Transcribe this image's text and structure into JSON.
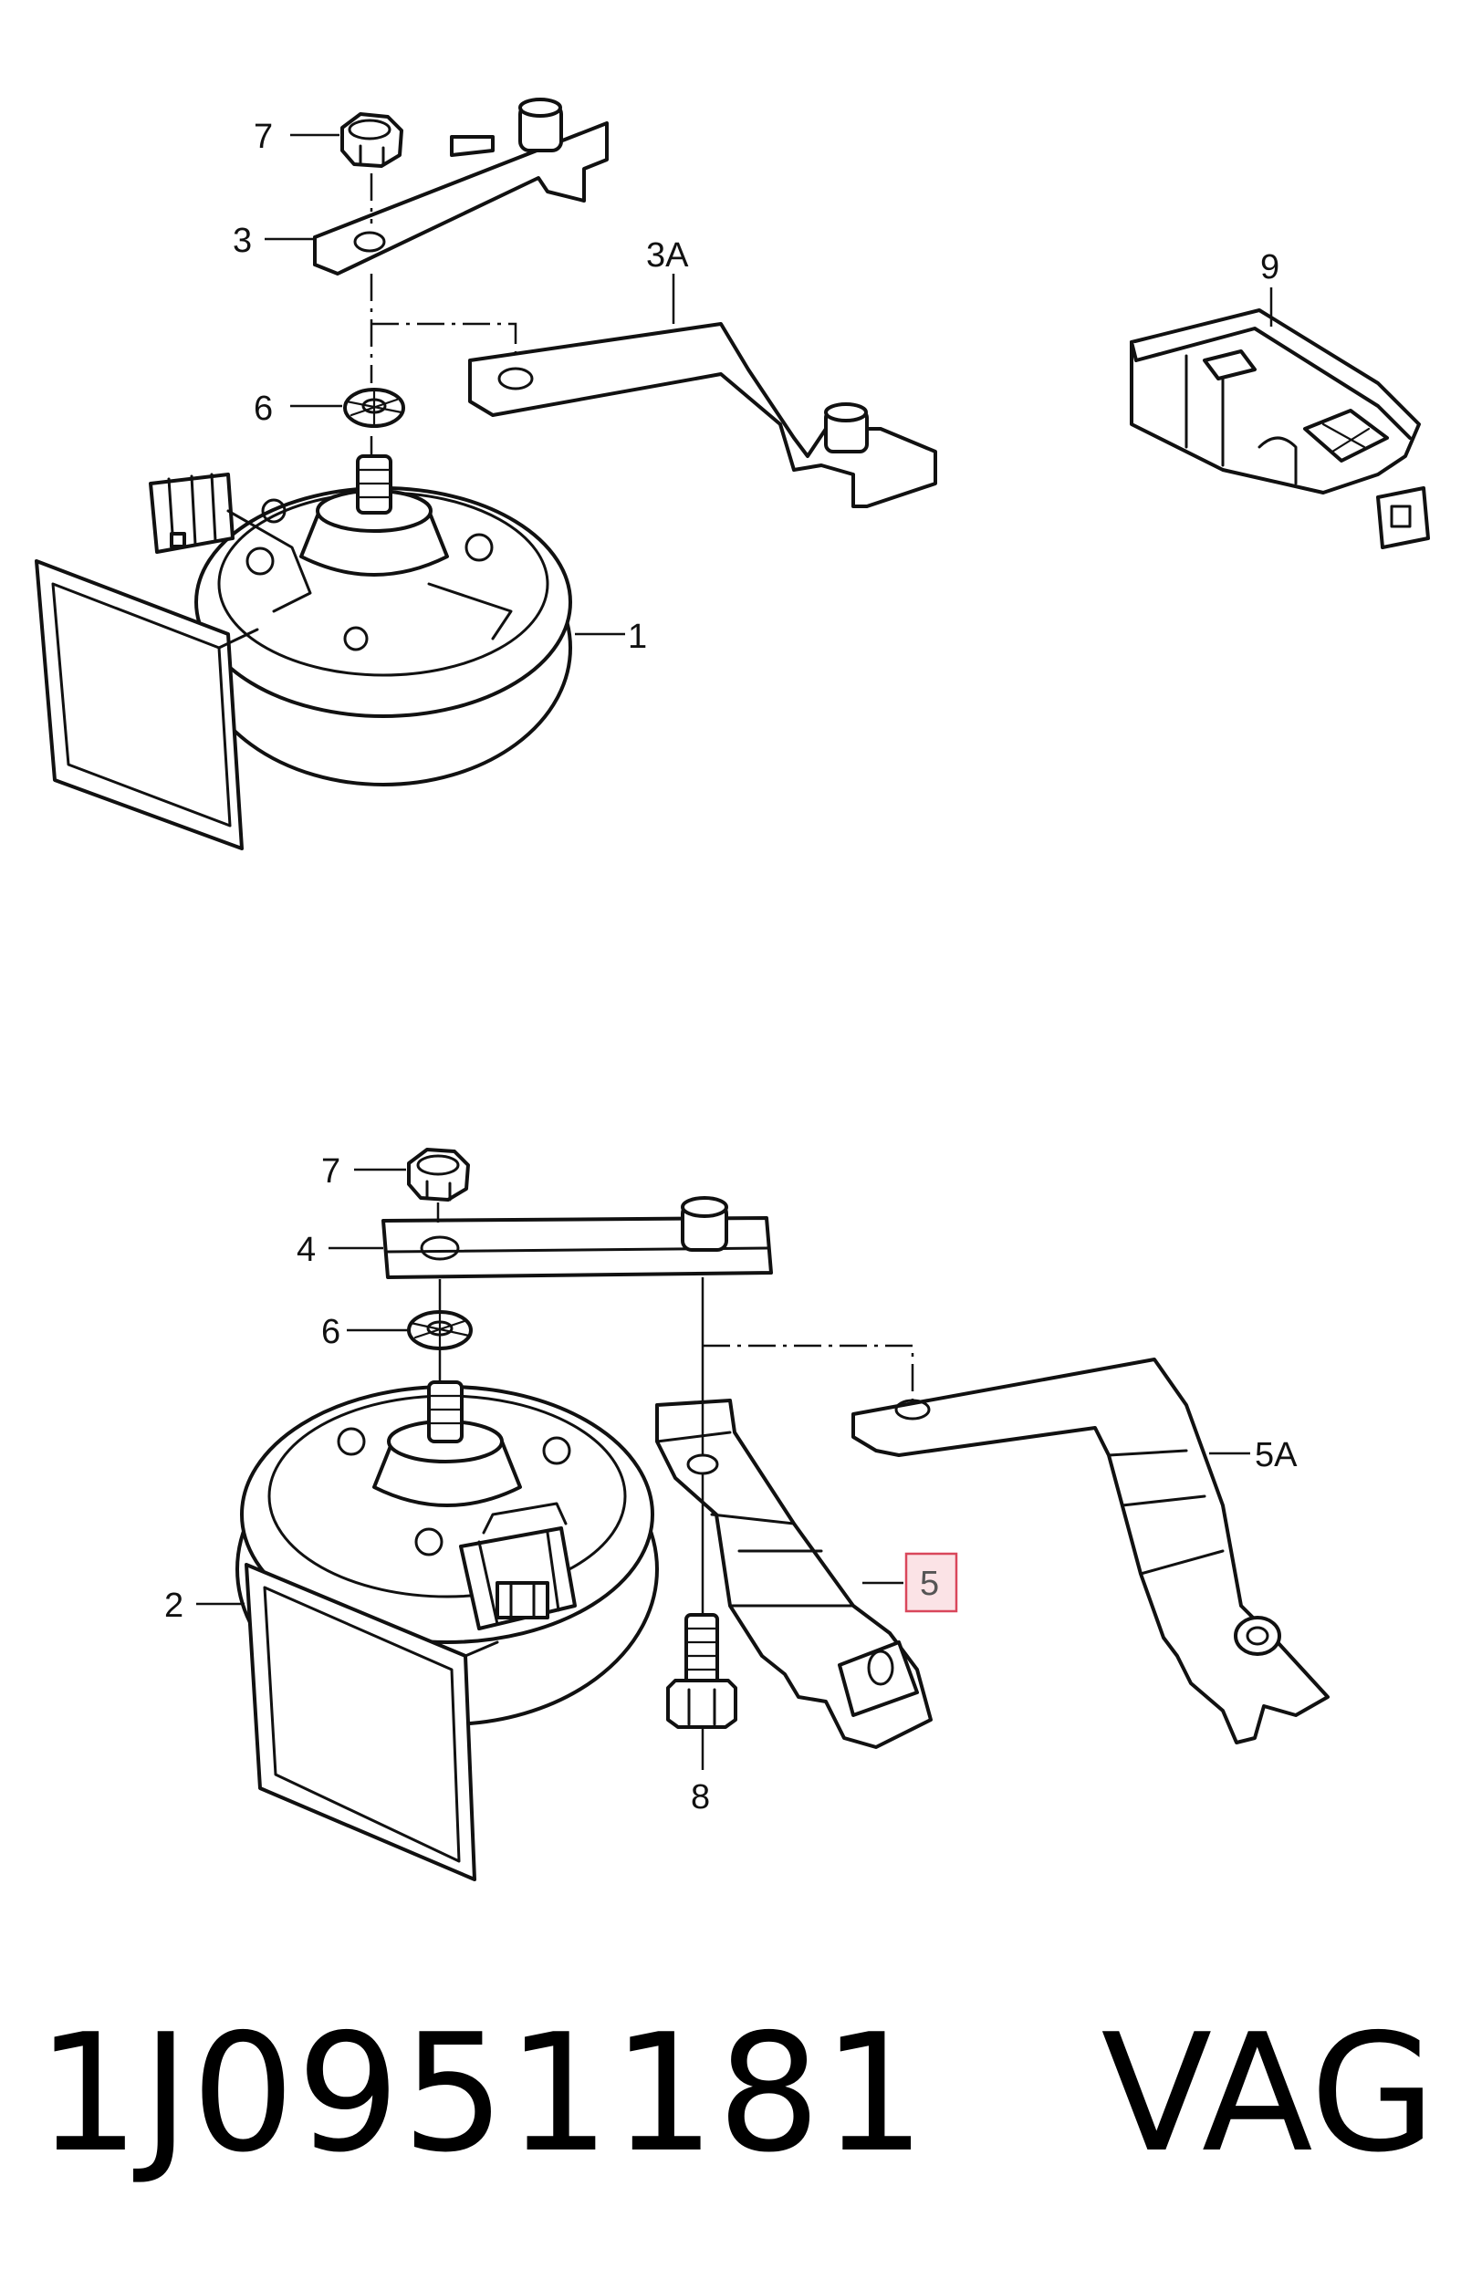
{
  "callouts": {
    "c1": "1",
    "c2": "2",
    "c3": "3",
    "c3a": "3A",
    "c4": "4",
    "c5": "5",
    "c5a": "5A",
    "c6_top": "6",
    "c6_bottom": "6",
    "c7_top": "7",
    "c7_bottom": "7",
    "c8": "8",
    "c9": "9"
  },
  "highlighted_callout": "5",
  "highlight_color": "#d9475b",
  "footer": {
    "part_number": "1J0951181",
    "brand": "VAG"
  }
}
